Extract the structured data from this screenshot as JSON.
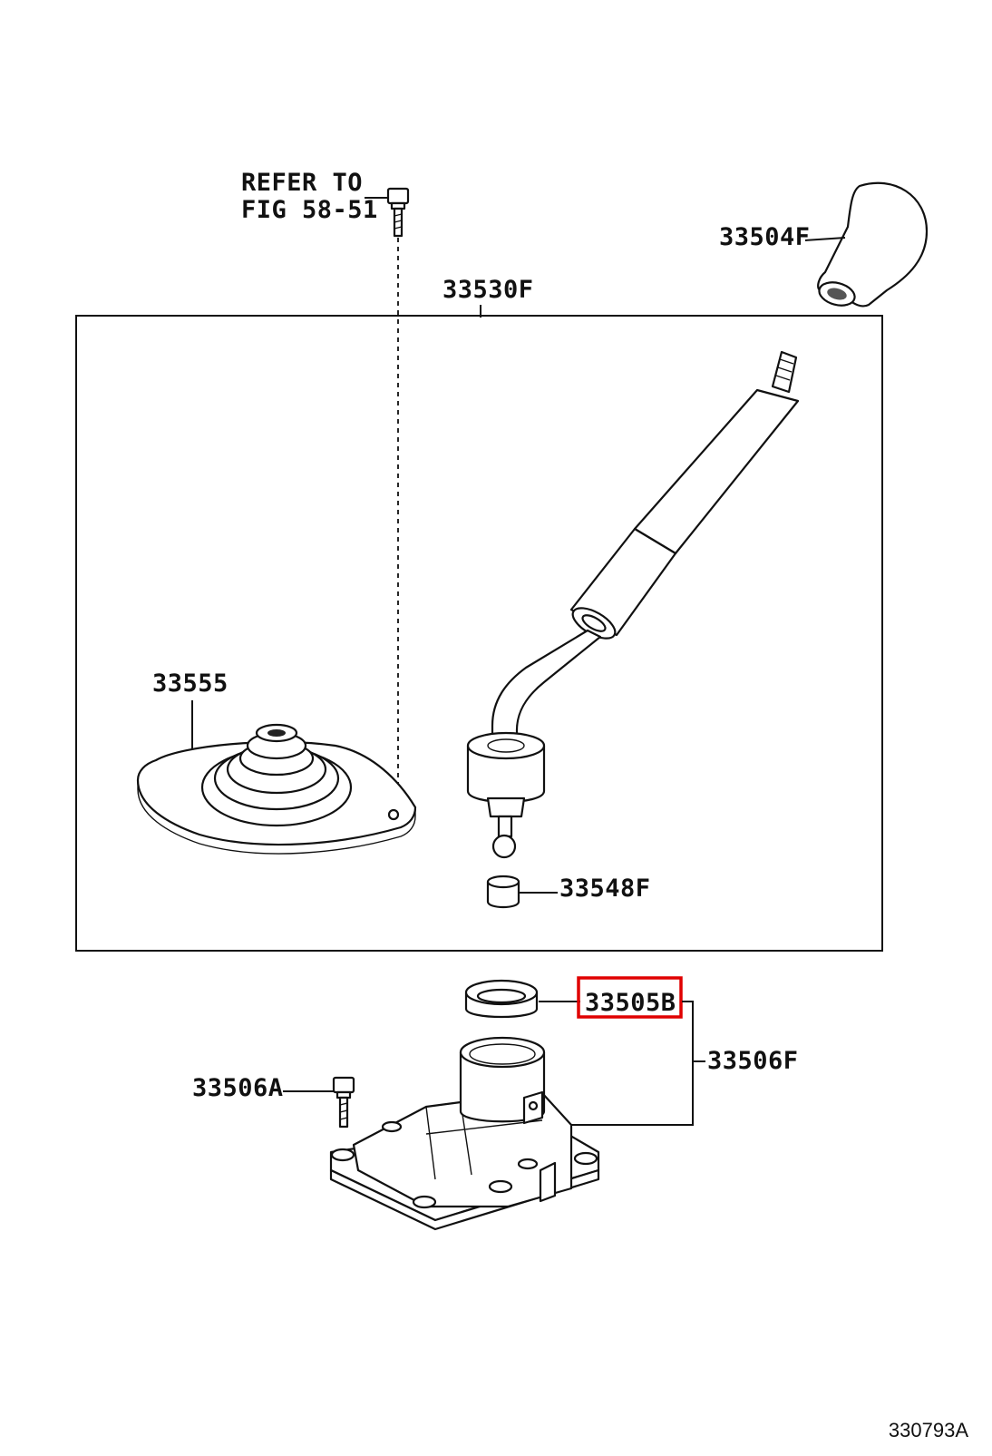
{
  "diagram": {
    "refer_note_line1": "REFER TO",
    "refer_note_line2": "FIG 58-51",
    "figure_id": "330793A",
    "highlight_color": "#e00000",
    "parts": [
      {
        "id": "p-33504F",
        "label": "33504F"
      },
      {
        "id": "p-33530F",
        "label": "33530F"
      },
      {
        "id": "p-33555",
        "label": "33555"
      },
      {
        "id": "p-33548F",
        "label": "33548F"
      },
      {
        "id": "p-33505B",
        "label": "33505B",
        "highlighted": true
      },
      {
        "id": "p-33506F",
        "label": "33506F"
      },
      {
        "id": "p-33506A",
        "label": "33506A"
      }
    ]
  }
}
